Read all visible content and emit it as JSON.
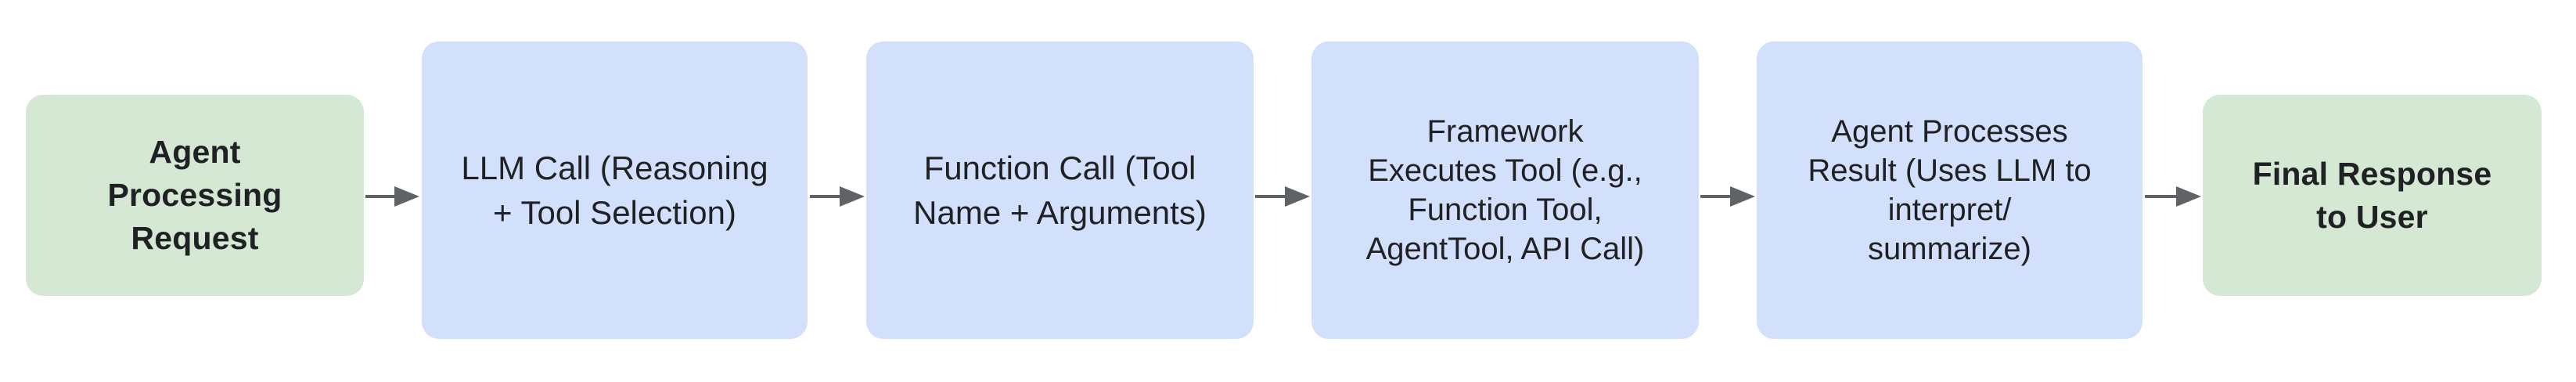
{
  "diagram": {
    "type": "flowchart",
    "direction": "left-to-right",
    "colors": {
      "node_green": "#d5e8d4",
      "node_blue": "#d3e0fb",
      "arrow": "#5f6368",
      "text": "#202124",
      "background": "#ffffff"
    },
    "nodes": [
      {
        "id": "agent-processing-request",
        "label": "Agent\nProcessing\nRequest",
        "fill": "#d5e8d4",
        "emphasis": "bold",
        "shape": "rounded-rectangle"
      },
      {
        "id": "llm-call",
        "label": "LLM Call (Reasoning\n+ Tool Selection)",
        "fill": "#d3e0fb",
        "emphasis": "regular",
        "shape": "rounded-rectangle"
      },
      {
        "id": "function-call",
        "label": "Function Call (Tool\nName + Arguments)",
        "fill": "#d3e0fb",
        "emphasis": "regular",
        "shape": "rounded-rectangle"
      },
      {
        "id": "framework-executes-tool",
        "label": "Framework\nExecutes Tool (e.g.,\nFunction Tool,\nAgentTool, API Call)",
        "fill": "#d3e0fb",
        "emphasis": "regular",
        "shape": "rounded-rectangle"
      },
      {
        "id": "agent-processes-result",
        "label": "Agent Processes\nResult (Uses LLM to\ninterpret/\nsummarize)",
        "fill": "#d3e0fb",
        "emphasis": "regular",
        "shape": "rounded-rectangle"
      },
      {
        "id": "final-response-to-user",
        "label": "Final Response\nto User",
        "fill": "#d5e8d4",
        "emphasis": "bold",
        "shape": "rounded-rectangle"
      }
    ],
    "edges": [
      {
        "from": "agent-processing-request",
        "to": "llm-call",
        "style": "solid-arrow"
      },
      {
        "from": "llm-call",
        "to": "function-call",
        "style": "solid-arrow"
      },
      {
        "from": "function-call",
        "to": "framework-executes-tool",
        "style": "solid-arrow"
      },
      {
        "from": "framework-executes-tool",
        "to": "agent-processes-result",
        "style": "solid-arrow"
      },
      {
        "from": "agent-processes-result",
        "to": "final-response-to-user",
        "style": "solid-arrow"
      }
    ]
  }
}
